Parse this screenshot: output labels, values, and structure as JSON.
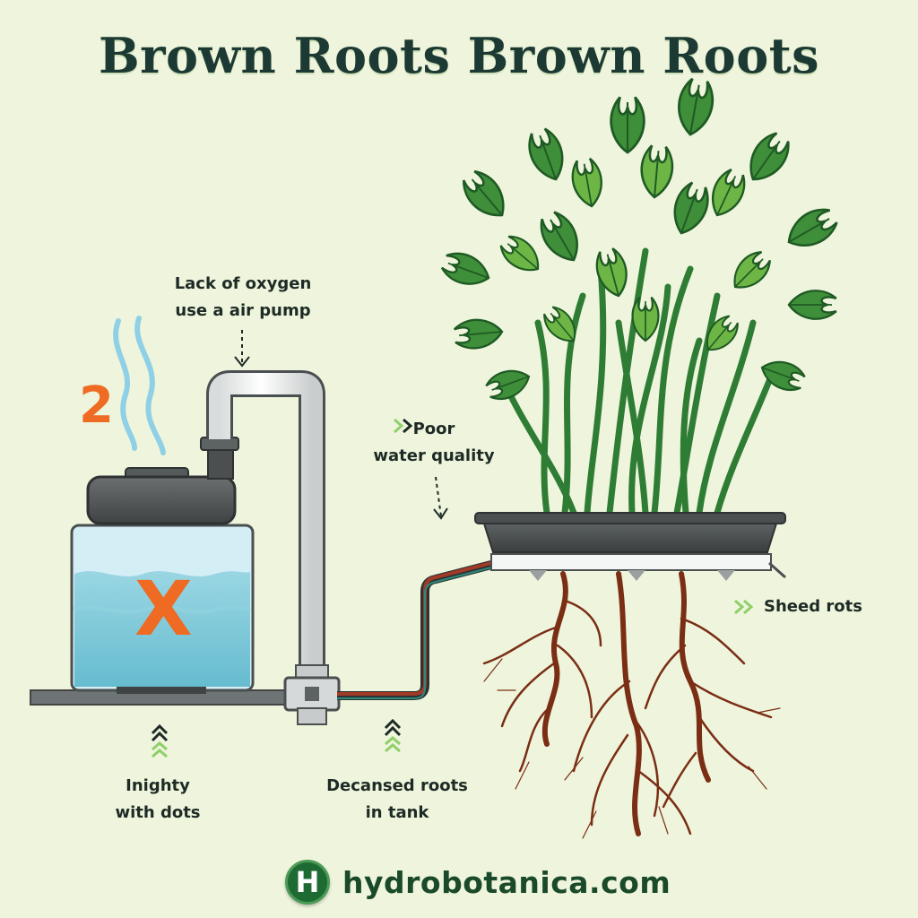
{
  "title": "Brown Roots Brown Roots",
  "labels": {
    "oxygen_line1": "Lack of oxygen",
    "oxygen_line2": "use a air pump",
    "water_line1": "Poor",
    "water_line2": "water quality",
    "shed": "Sheed rots",
    "inighty_line1": "Inighty",
    "inighty_line2": "with dots",
    "decansed_line1": "Decansed roots",
    "decansed_line2": "in tank"
  },
  "markers": {
    "number": "2",
    "cross": "X"
  },
  "footer": {
    "logo_letter": "H",
    "site": "hydrobotanica.com"
  },
  "colors": {
    "background": "#eef5dc",
    "title": "#1c3a33",
    "accent_orange": "#ef6a22",
    "water": "#7ec8d8",
    "roots": "#7a2e14",
    "leaf_dark": "#2f7d35",
    "leaf_light": "#6db545",
    "logo_green": "#1e6a33"
  },
  "icons": [
    "steam-icon",
    "arrow-down-icon",
    "double-chevron-up-icon",
    "double-chevron-right-icon",
    "air-pump-icon",
    "water-tank-icon",
    "plant-icon",
    "roots-icon"
  ]
}
